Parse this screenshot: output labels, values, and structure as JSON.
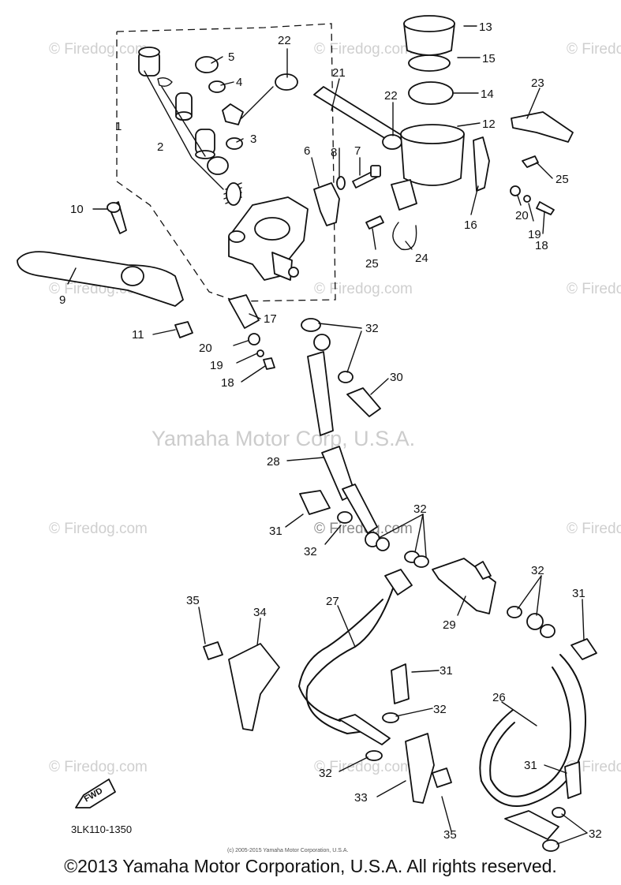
{
  "watermarks": {
    "site": "© Firedog.com",
    "center": "Yamaha Motor Corp, U.S.A.",
    "overlay": "© Firedog.com"
  },
  "diagram_code": "3LK110-1350",
  "fwd_label": "FWD",
  "small_copyright": "(c) 2005-2015 Yamaha Motor Corporation, U.S.A.",
  "footer": "©2013 Yamaha Motor Corporation, U.S.A. All rights reserved.",
  "callouts": [
    {
      "id": "c1",
      "label": "1"
    },
    {
      "id": "c2",
      "label": "2"
    },
    {
      "id": "c3",
      "label": "3"
    },
    {
      "id": "c4",
      "label": "4"
    },
    {
      "id": "c5",
      "label": "5"
    },
    {
      "id": "c6",
      "label": "6"
    },
    {
      "id": "c7",
      "label": "7"
    },
    {
      "id": "c8",
      "label": "8"
    },
    {
      "id": "c9",
      "label": "9"
    },
    {
      "id": "c10",
      "label": "10"
    },
    {
      "id": "c11",
      "label": "11"
    },
    {
      "id": "c12",
      "label": "12"
    },
    {
      "id": "c13",
      "label": "13"
    },
    {
      "id": "c14",
      "label": "14"
    },
    {
      "id": "c15",
      "label": "15"
    },
    {
      "id": "c16",
      "label": "16"
    },
    {
      "id": "c17",
      "label": "17"
    },
    {
      "id": "c18a",
      "label": "18"
    },
    {
      "id": "c18b",
      "label": "18"
    },
    {
      "id": "c19a",
      "label": "19"
    },
    {
      "id": "c19b",
      "label": "19"
    },
    {
      "id": "c20a",
      "label": "20"
    },
    {
      "id": "c20b",
      "label": "20"
    },
    {
      "id": "c21",
      "label": "21"
    },
    {
      "id": "c22a",
      "label": "22"
    },
    {
      "id": "c22b",
      "label": "22"
    },
    {
      "id": "c23",
      "label": "23"
    },
    {
      "id": "c24",
      "label": "24"
    },
    {
      "id": "c25a",
      "label": "25"
    },
    {
      "id": "c25b",
      "label": "25"
    },
    {
      "id": "c26",
      "label": "26"
    },
    {
      "id": "c27",
      "label": "27"
    },
    {
      "id": "c28",
      "label": "28"
    },
    {
      "id": "c29",
      "label": "29"
    },
    {
      "id": "c30",
      "label": "30"
    },
    {
      "id": "c31a",
      "label": "31"
    },
    {
      "id": "c31b",
      "label": "31"
    },
    {
      "id": "c31c",
      "label": "31"
    },
    {
      "id": "c31d",
      "label": "31"
    },
    {
      "id": "c32a",
      "label": "32"
    },
    {
      "id": "c32b",
      "label": "32"
    },
    {
      "id": "c32c",
      "label": "32"
    },
    {
      "id": "c32d",
      "label": "32"
    },
    {
      "id": "c32e",
      "label": "32"
    },
    {
      "id": "c32f",
      "label": "32"
    },
    {
      "id": "c32g",
      "label": "32"
    },
    {
      "id": "c33",
      "label": "33"
    },
    {
      "id": "c34",
      "label": "34"
    },
    {
      "id": "c35a",
      "label": "35"
    },
    {
      "id": "c35b",
      "label": "35"
    }
  ]
}
